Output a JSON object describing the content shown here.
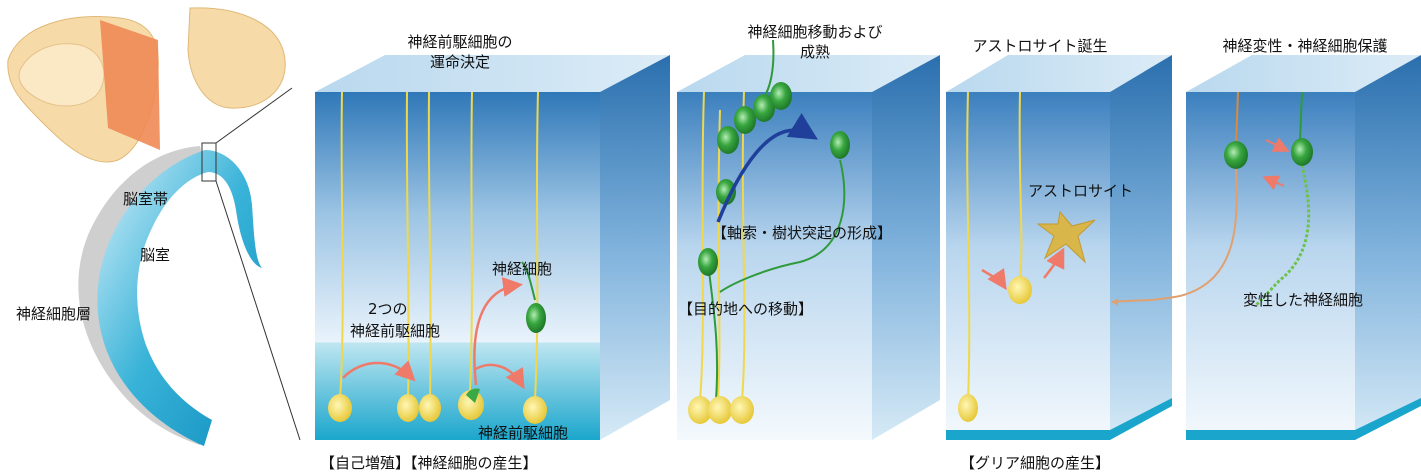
{
  "left_panel": {
    "label_ventricular_zone": "脳室帯",
    "label_ventricle": "脳室",
    "label_neuronal_layer": "神経細胞層"
  },
  "panels": [
    {
      "title_line1": "神経前駆細胞の",
      "title_line2": "運命決定"
    },
    {
      "title_line1": "神経細胞移動および",
      "title_line2": "成熟"
    },
    {
      "title_line1": "アストロサイト誕生",
      "title_line2": ""
    },
    {
      "title_line1": "神経変性・神経細胞保護",
      "title_line2": ""
    }
  ],
  "annotations": {
    "neuron": "神経細胞",
    "two_progenitors_line1": "2つの",
    "two_progenitors_line2": "神経前駆細胞",
    "progenitor": "神経前駆細胞",
    "axon_dendrite": "【軸索・樹状突起の形成】",
    "migration": "【目的地への移動】",
    "astrocyte": "アストロサイト",
    "degenerated": "変性した神経細胞"
  },
  "bottom_labels": {
    "left": "【自己増殖】【神経細胞の産生】",
    "right": "【グリア細胞の産生】"
  },
  "colors": {
    "progenitor_yellow": "#f2dc4a",
    "neuron_green": "#2f9a3a",
    "astrocyte_gold": "#d9b64a",
    "ventricle_blue": "#1ea0c8",
    "arrow_red": "#ef7a6a",
    "axon_arrow_blue": "#1f3f9a"
  }
}
